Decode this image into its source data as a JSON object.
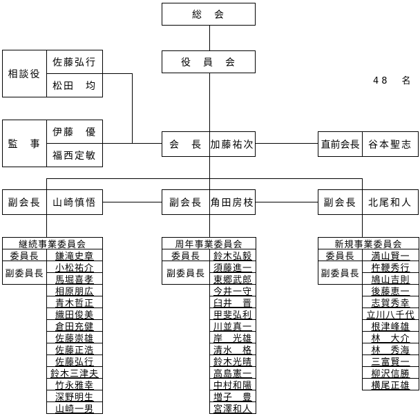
{
  "general_meeting": "総　会",
  "board": "役　員　会",
  "count": "48　名",
  "advisors": {
    "label": "相談役",
    "names": [
      "佐藤弘行",
      "松田　均"
    ]
  },
  "auditors": {
    "label": "監　事",
    "names": [
      "伊藤　優",
      "福西定敏"
    ]
  },
  "president": {
    "label": "会　長",
    "name": "加藤祐次"
  },
  "past_president": {
    "label": "直前会長",
    "name": "谷本聖志"
  },
  "vice_presidents": [
    {
      "label": "副会長",
      "name": "山崎慎悟"
    },
    {
      "label": "副会長",
      "name": "角田房枝"
    },
    {
      "label": "副会長",
      "name": "北尾和人"
    }
  ],
  "committees": [
    {
      "title": "継続事業委員会",
      "chair_label": "委員長",
      "chair": "鎌滝史章",
      "vice_label": "副委員長",
      "vice_chairs": [
        "小松祐介",
        "馬堀喜孝"
      ],
      "members": [
        "相原朋広",
        "青木哲正",
        "織田俊美",
        "倉田充健",
        "佐藤崇雄",
        "佐藤正浩",
        "佐藤弘行",
        "鈴木三津夫",
        "竹永雅幸",
        "深野明生",
        "山崎一男"
      ]
    },
    {
      "title": "周年事業委員会",
      "chair_label": "委員長",
      "chair": "鈴木弘毅",
      "vice_label": "副委員長",
      "vice_chairs": [
        "須藤進一",
        "東郷武郎"
      ],
      "members": [
        "今井一守",
        "臼井　晋",
        "甲斐弘利",
        "川並真一",
        "岸　光雄",
        "清水　格",
        "鈴木光晴",
        "高島憲一",
        "中村和陽",
        "増子　豊",
        "宮澤和人"
      ]
    },
    {
      "title": "新規事業委員会",
      "chair_label": "委員長",
      "chair": "満山賢一",
      "vice_label": "副委員長",
      "vice_chairs": [
        "杵鞭秀行",
        "鳩山吉則"
      ],
      "members": [
        "後藤恵一",
        "志賀秀幸",
        "立川八千代",
        "根津峰雄",
        "林　大介",
        "林　秀海",
        "三富賢一",
        "柳沢信勝",
        "横尾正雄"
      ]
    }
  ]
}
